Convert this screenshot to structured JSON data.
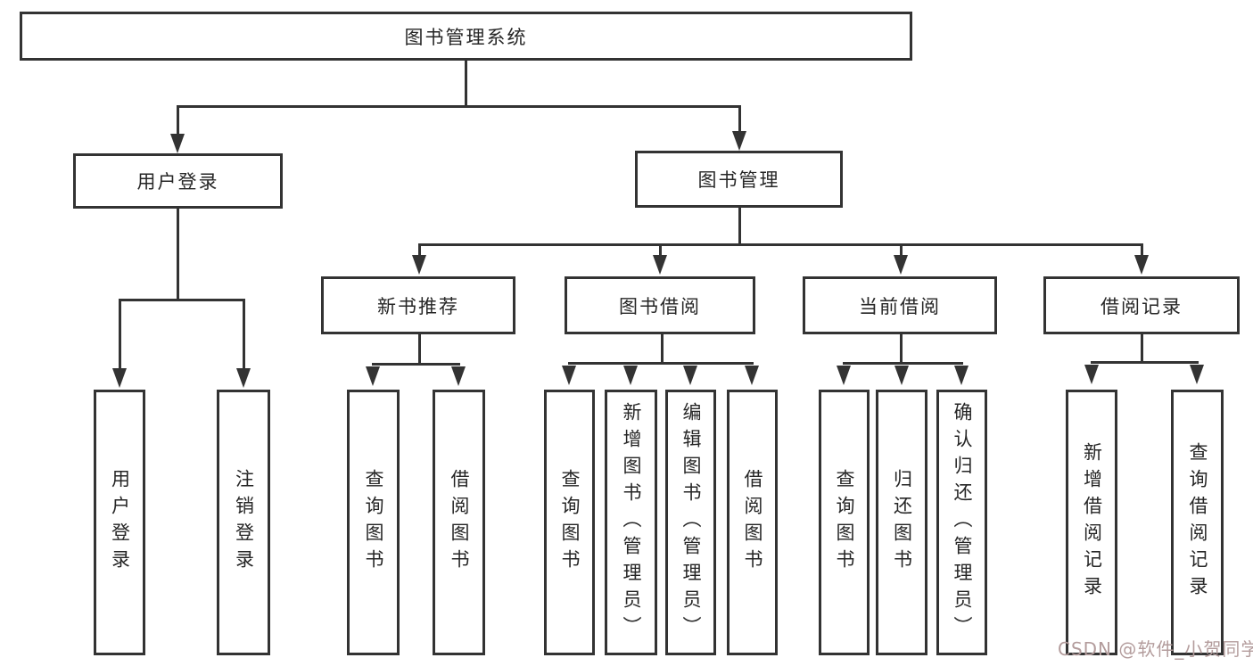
{
  "diagram_type": "hierarchy-tree",
  "nodes": {
    "root": {
      "label": "图书管理系统"
    },
    "level2": [
      {
        "label": "用户登录"
      },
      {
        "label": "图书管理"
      }
    ],
    "level3": [
      {
        "label": "新书推荐",
        "parent": "图书管理"
      },
      {
        "label": "图书借阅",
        "parent": "图书管理"
      },
      {
        "label": "当前借阅",
        "parent": "图书管理"
      },
      {
        "label": "借阅记录",
        "parent": "图书管理"
      }
    ],
    "leaves": [
      {
        "label": "用户登录",
        "parent": "用户登录"
      },
      {
        "label": "注销登录",
        "parent": "用户登录"
      },
      {
        "label": "查询图书",
        "parent": "新书推荐"
      },
      {
        "label": "借阅图书",
        "parent": "新书推荐"
      },
      {
        "label": "查询图书",
        "parent": "图书借阅"
      },
      {
        "label": "新增图书（管理员）",
        "parent": "图书借阅"
      },
      {
        "label": "编辑图书（管理员）",
        "parent": "图书借阅"
      },
      {
        "label": "借阅图书",
        "parent": "图书借阅"
      },
      {
        "label": "查询图书",
        "parent": "当前借阅"
      },
      {
        "label": "归还图书",
        "parent": "当前借阅"
      },
      {
        "label": "确认归还（管理员）",
        "parent": "当前借阅"
      },
      {
        "label": "新增借阅记录",
        "parent": "借阅记录"
      },
      {
        "label": "查询借阅记录",
        "parent": "借阅记录"
      }
    ]
  },
  "colors": {
    "line": "#333333",
    "text": "#262626",
    "box_background": "#ffffff",
    "watermark": "#b39c9c"
  },
  "watermark": {
    "text": "CSDN @软件_小贺同学"
  }
}
